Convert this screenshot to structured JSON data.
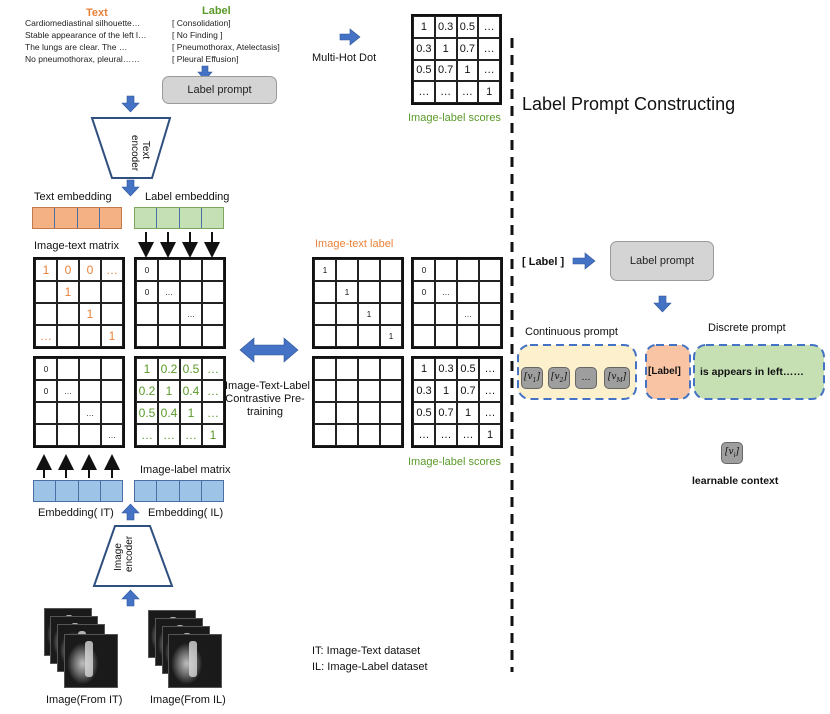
{
  "top": {
    "text_header": "Text",
    "label_header": "Label",
    "reports": [
      "Cardiomediastinal silhouette…",
      "Stable appearance of the left l…",
      "The lungs are clear. The …",
      "No pneumothorax, pleural……"
    ],
    "labels": [
      "[ Consolidation]",
      "[ No Finding ]",
      "[ Pneumothorax, Atelectasis]",
      "[ Pleural Effusion]"
    ],
    "label_prompt_box": "Label prompt",
    "multi_hot": "Multi-Hot Dot",
    "top_scores": [
      [
        "1",
        "0.3",
        "0.5",
        "…"
      ],
      [
        "0.3",
        "1",
        "0.7",
        "…"
      ],
      [
        "0.5",
        "0.7",
        "1",
        "…"
      ],
      [
        "…",
        "…",
        "…",
        "1"
      ]
    ],
    "top_scores_caption": "Image-label scores",
    "section_title": "Label Prompt Constructing"
  },
  "left": {
    "text_encoder": "Text\nencoder",
    "text_embedding": "Text embedding",
    "label_embedding": "Label embedding",
    "image_text_matrix": "Image-text matrix",
    "itm_values": [
      [
        "1",
        "0",
        "0",
        "…"
      ],
      [
        "",
        "1",
        "",
        ""
      ],
      [
        "",
        "",
        "1",
        ""
      ],
      [
        "…",
        "",
        "",
        "1"
      ]
    ],
    "label_emb_matrix": [
      [
        "0",
        "",
        "",
        ""
      ],
      [
        "0",
        "…",
        "",
        ""
      ],
      [
        "",
        "",
        "…",
        ""
      ],
      [
        "",
        "",
        "",
        ""
      ]
    ],
    "img_emb_matrix": [
      [
        "0",
        "",
        "",
        ""
      ],
      [
        "0",
        "…",
        "",
        ""
      ],
      [
        "",
        "",
        "…",
        ""
      ],
      [
        "",
        "",
        "",
        "…"
      ]
    ],
    "score_matrix": [
      [
        "1",
        "0.2",
        "0.5",
        "…"
      ],
      [
        "0.2",
        "1",
        "0.4",
        "…"
      ],
      [
        "0.5",
        "0.4",
        "1",
        "…"
      ],
      [
        "…",
        "…",
        "…",
        "1"
      ]
    ],
    "image_label_matrix": "Image-label matrix",
    "embedding_it": "Embedding( IT)",
    "embedding_il": "Embedding( IL)",
    "image_encoder": "Image\nencoder",
    "image_it": "Image(From IT)",
    "image_il": "Image(From IL)"
  },
  "middle": {
    "contrastive": "Image-Text-Label\nContrastive Pre-\ntraining",
    "image_text_label": "Image-text label",
    "diag_matrix": [
      [
        "1",
        "",
        "",
        ""
      ],
      [
        "",
        "1",
        "",
        ""
      ],
      [
        "",
        "",
        "1",
        ""
      ],
      [
        "",
        "",
        "",
        "1"
      ]
    ],
    "emb_matrix_a": [
      [
        "0",
        "",
        "",
        ""
      ],
      [
        "0",
        "…",
        "",
        ""
      ],
      [
        "",
        "",
        "…",
        ""
      ],
      [
        "",
        "",
        "",
        ""
      ]
    ],
    "scores_matrix": [
      [
        "1",
        "0.3",
        "0.5",
        "…"
      ],
      [
        "0.3",
        "1",
        "0.7",
        "…"
      ],
      [
        "0.5",
        "0.7",
        "1",
        "…"
      ],
      [
        "…",
        "…",
        "…",
        "1"
      ]
    ],
    "scores_caption": "Image-label scores",
    "legend_it": "IT: Image-Text dataset",
    "legend_il": "IL: Image-Label dataset"
  },
  "right": {
    "label_token": "[ Label ]",
    "label_prompt": "Label prompt",
    "continuous_prompt": "Continuous prompt",
    "discrete_prompt": "Discrete prompt",
    "tok_label": "[Label]",
    "discrete_text": "is appears in  left……",
    "learnable_context": "learnable context"
  },
  "colors": {
    "orange": "#e8823a",
    "green": "#5a9a2a",
    "blue_arrow": "#4472c4",
    "text_emb": "#f4b183",
    "label_emb": "#c5e0b4",
    "img_emb": "#9dc3e6",
    "cont_prompt_bg": "#fdf0cc",
    "label_tok_bg": "#f8c4a4",
    "discrete_bg": "#c6e0b4"
  }
}
